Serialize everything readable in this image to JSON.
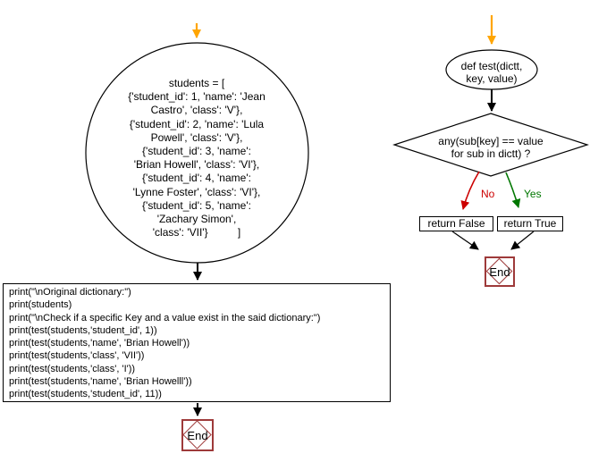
{
  "colors": {
    "arrow_orange": "#FFA500",
    "branch_no_red": "#CC0000",
    "branch_yes_green": "#007700",
    "end_border": "#9E3A3A",
    "shape_stroke": "#000000"
  },
  "left_flow": {
    "students_node": {
      "lines": [
        "students = [",
        "{'student_id': 1, 'name': 'Jean",
        "Castro', 'class': 'V'},",
        "{'student_id': 2, 'name': 'Lula",
        "Powell', 'class': 'V'},",
        "{'student_id': 3, 'name':",
        "'Brian Howell', 'class': 'VI'},",
        "{'student_id': 4, 'name':",
        "'Lynne Foster', 'class': 'VI'},",
        "{'student_id': 5, 'name':",
        "'Zachary Simon',",
        "'class': 'VII'}          ]"
      ]
    },
    "print_node": {
      "lines": [
        "print(\"\\nOriginal dictionary:\")",
        "print(students)",
        "print(\"\\nCheck if a specific Key and a value exist in the said dictionary:\")",
        "print(test(students,'student_id', 1))",
        "print(test(students,'name', 'Brian Howell'))",
        "print(test(students,'class', 'VII'))",
        "print(test(students,'class', 'I'))",
        "print(test(students,'name', 'Brian Howelll'))",
        "print(test(students,'student_id', 11))"
      ]
    },
    "end_label": "End"
  },
  "right_flow": {
    "def_node_lines": [
      "def test(dictt,",
      "key, value)"
    ],
    "condition_lines": [
      "any(sub[key] == value",
      "for sub in dictt) ?"
    ],
    "no_label": "No",
    "yes_label": "Yes",
    "return_false_label": "return False",
    "return_true_label": "return True",
    "end_label": "End"
  }
}
